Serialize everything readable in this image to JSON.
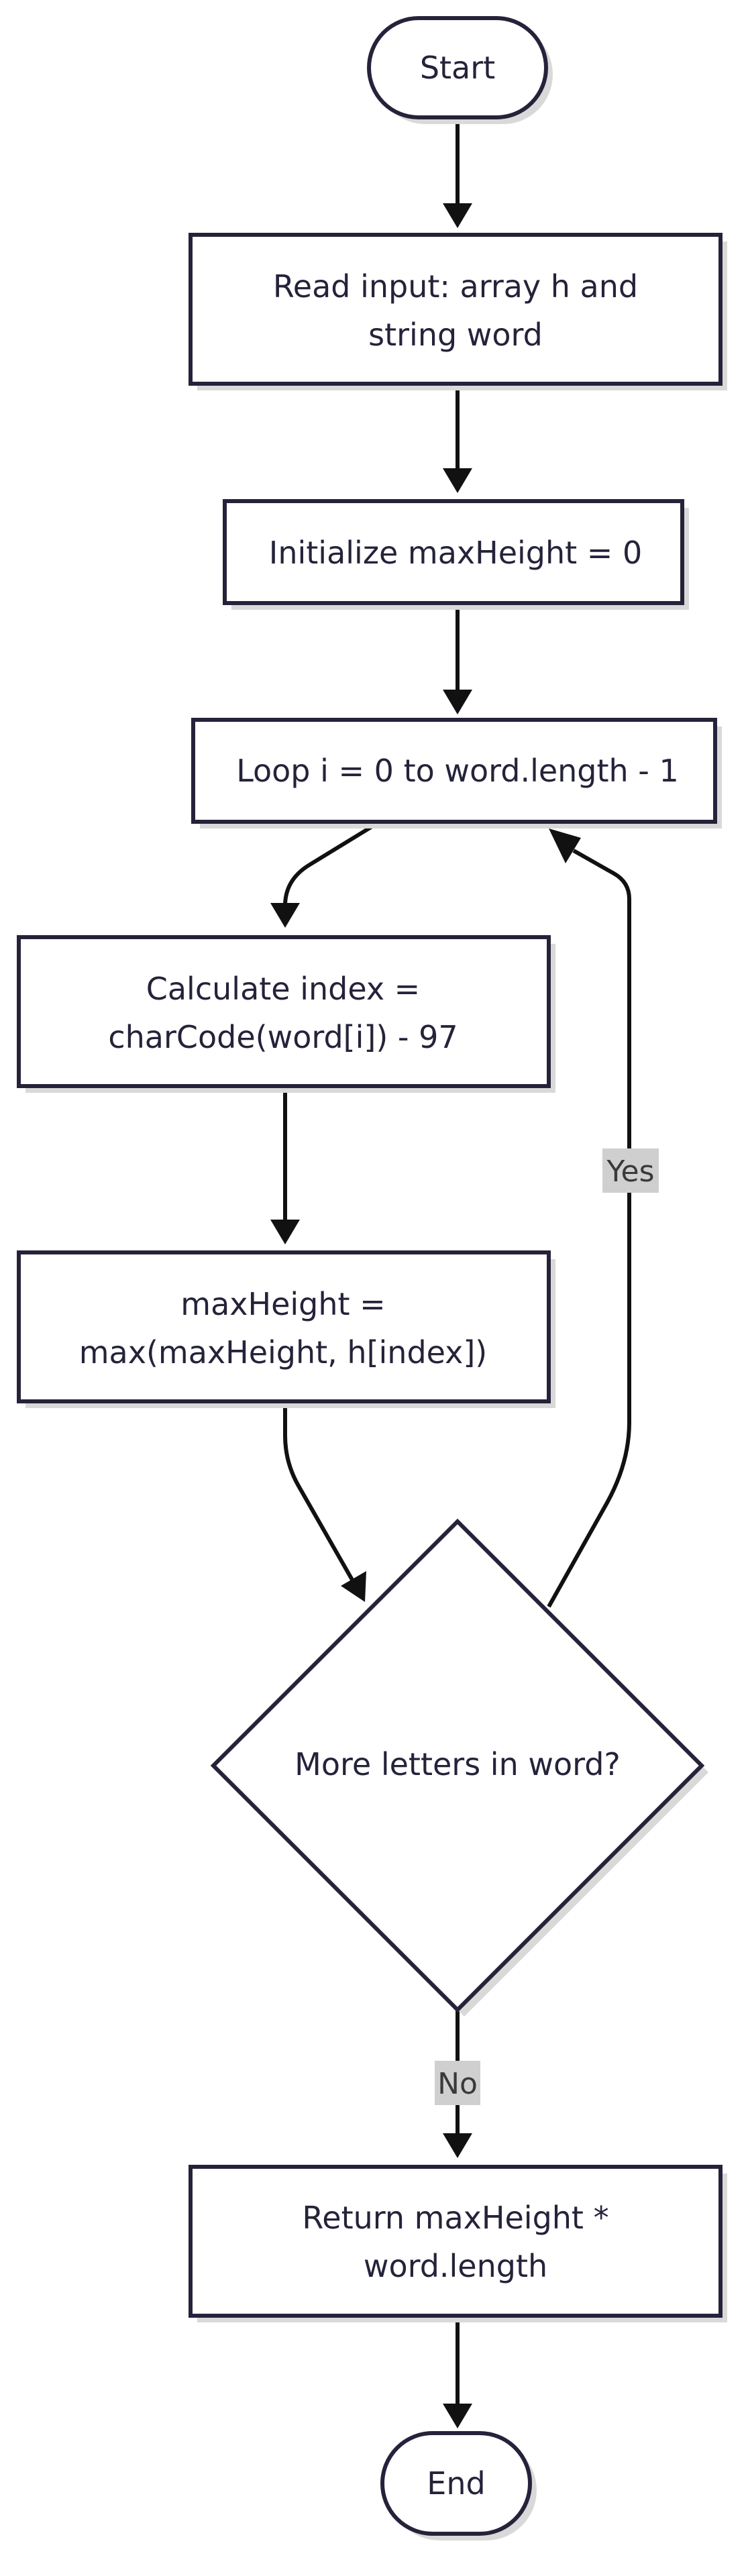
{
  "nodes": {
    "start": "Start",
    "read_input": [
      "Read input: array h and",
      "string word"
    ],
    "init": "Initialize maxHeight = 0",
    "loop": "Loop i = 0 to word.length - 1",
    "calc_index": [
      "Calculate index =",
      "charCode(word[i]) - 97"
    ],
    "max_height": [
      "maxHeight =",
      "max(maxHeight, h[index])"
    ],
    "decision": "More letters in word?",
    "return": [
      "Return maxHeight *",
      "word.length"
    ],
    "end": "End"
  },
  "edge_labels": {
    "yes": "Yes",
    "no": "No"
  }
}
